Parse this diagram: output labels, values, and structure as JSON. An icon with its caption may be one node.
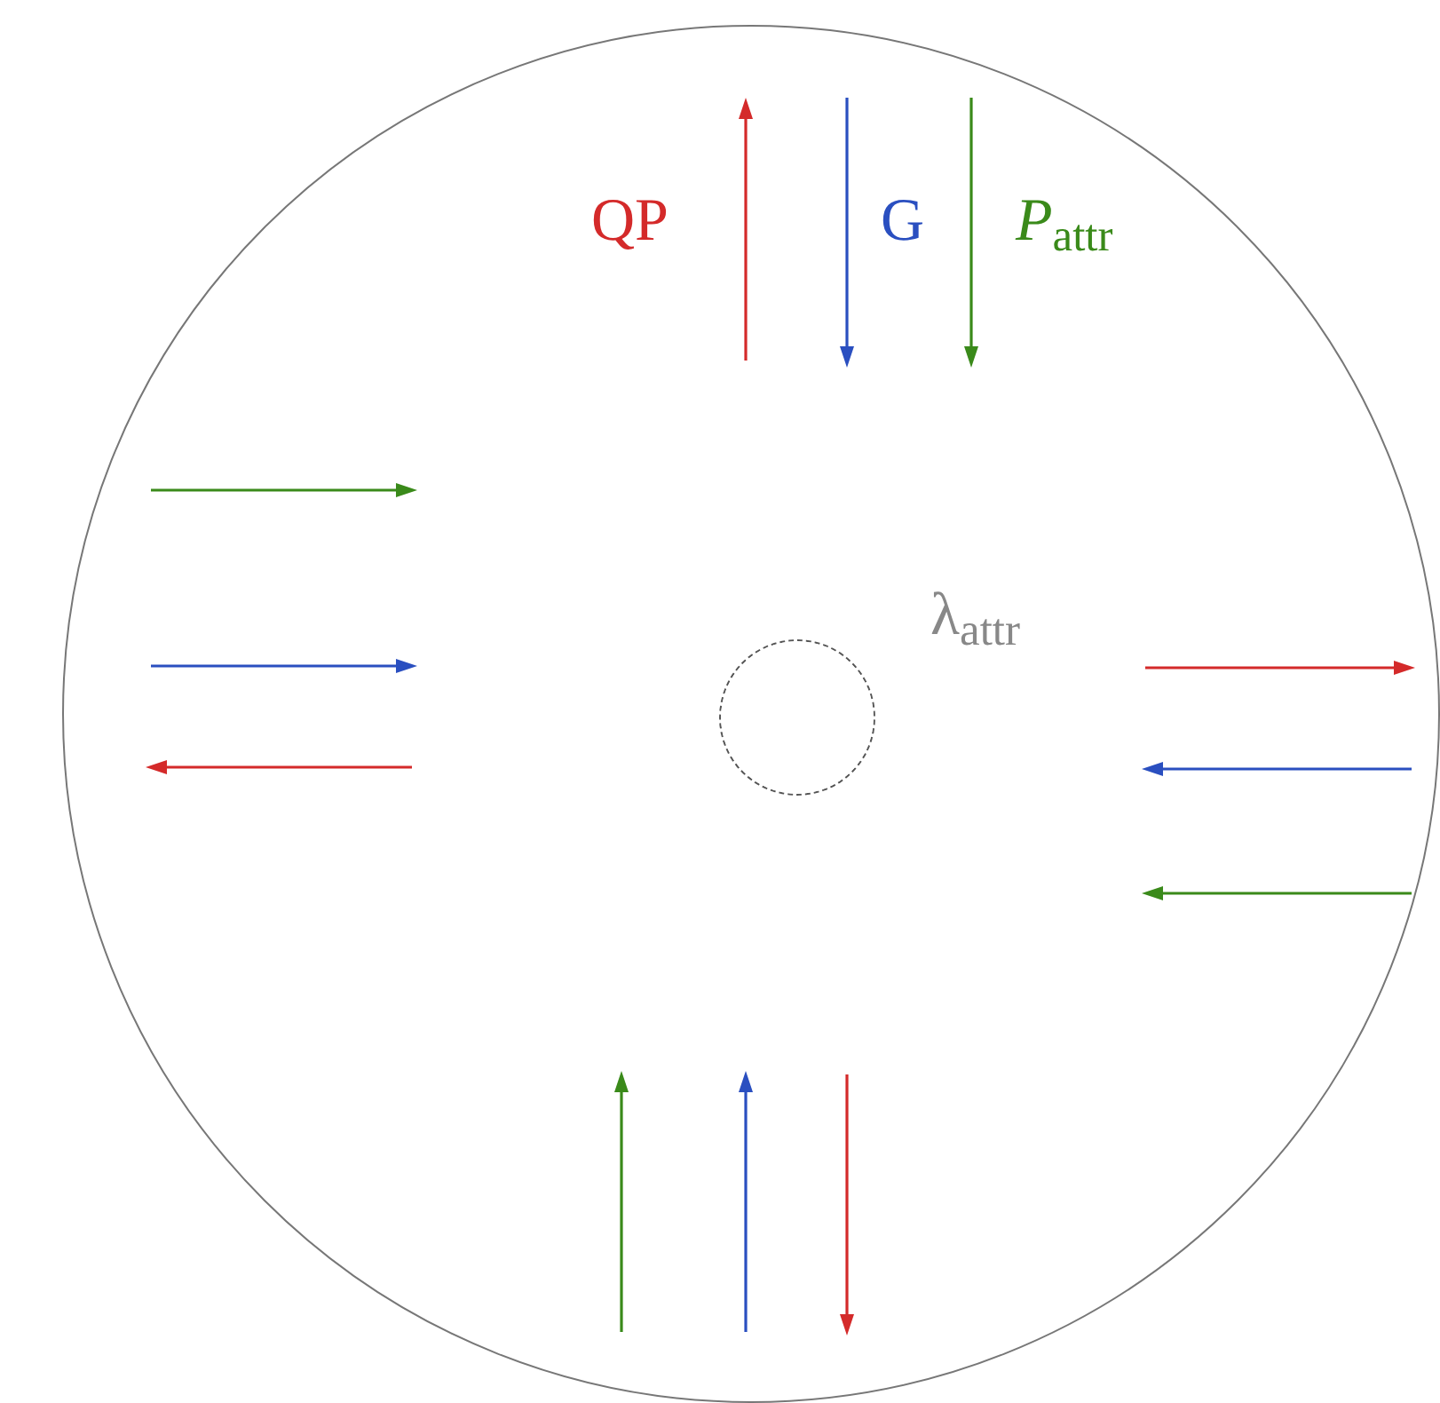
{
  "diagram": {
    "nodes": [
      {
        "text": [],
        "shape": "circle"
      },
      {
        "text": [],
        "shape": "circle",
        "in": 0
      }
    ],
    "labels": [
      "QP",
      "G",
      "*P*$_{attr}$",
      "λ$_{attr}$"
    ]
  }
}
